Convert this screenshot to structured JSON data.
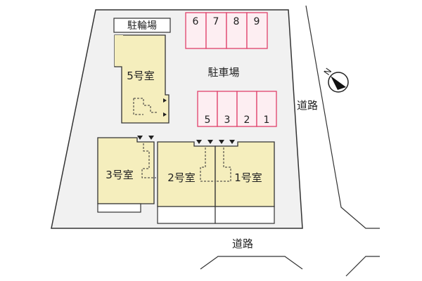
{
  "labels": {
    "bicycle_parking": "駐輪場",
    "car_parking": "駐車場",
    "road_right": "道路",
    "road_bottom": "道路",
    "compass_letter": "N"
  },
  "units": [
    {
      "id": "unit-5",
      "label": "5号室"
    },
    {
      "id": "unit-3",
      "label": "3号室"
    },
    {
      "id": "unit-2",
      "label": "2号室"
    },
    {
      "id": "unit-1",
      "label": "1号室"
    }
  ],
  "parking_top": [
    "6",
    "7",
    "8",
    "9"
  ],
  "parking_bottom": [
    "5",
    "3",
    "2",
    "1"
  ],
  "colors": {
    "site_fill": "#f1f1f1",
    "building_fill": "#f5eebd",
    "parking_stroke": "#e0406a",
    "parking_fill": "#fdeef2",
    "outline": "#333333"
  }
}
